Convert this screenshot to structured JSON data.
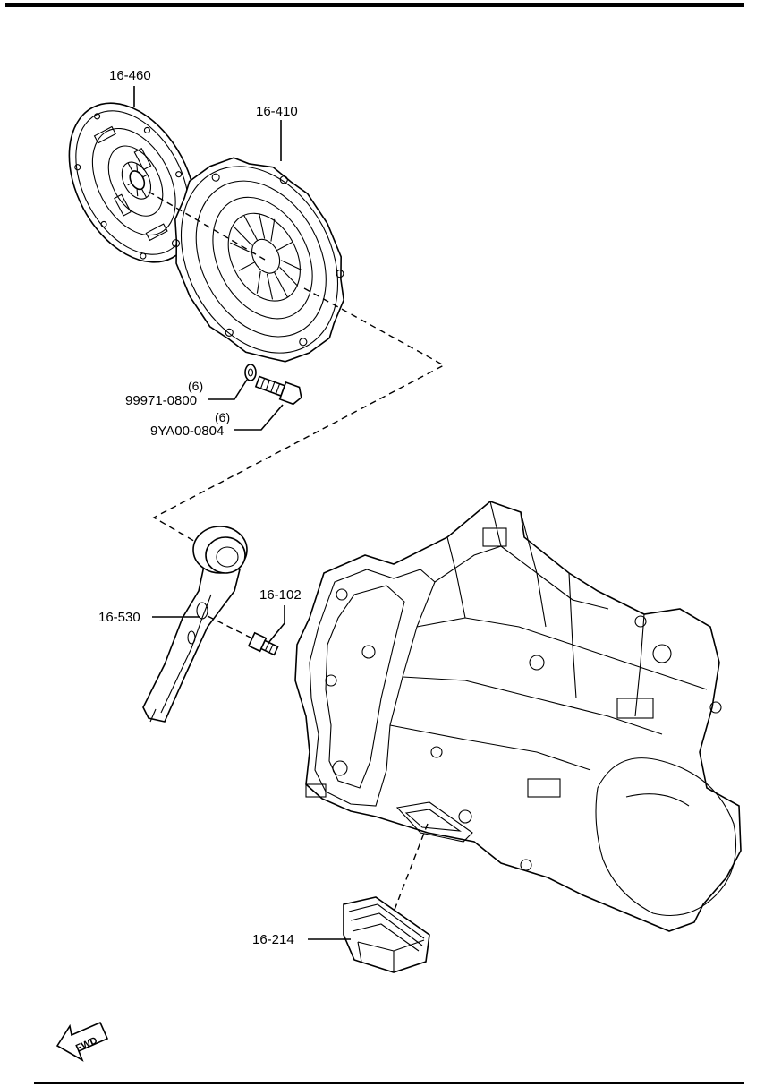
{
  "labels": {
    "clutch_disc": "16-460",
    "clutch_cover": "16-410",
    "washer_qty": "(6)",
    "washer": "99971-0800",
    "bolt_qty": "(6)",
    "bolt": "9YA00-0804",
    "release_fork": "16-530",
    "pivot_bolt": "16-102",
    "boot": "16-214"
  },
  "forward_marker": "FWD"
}
